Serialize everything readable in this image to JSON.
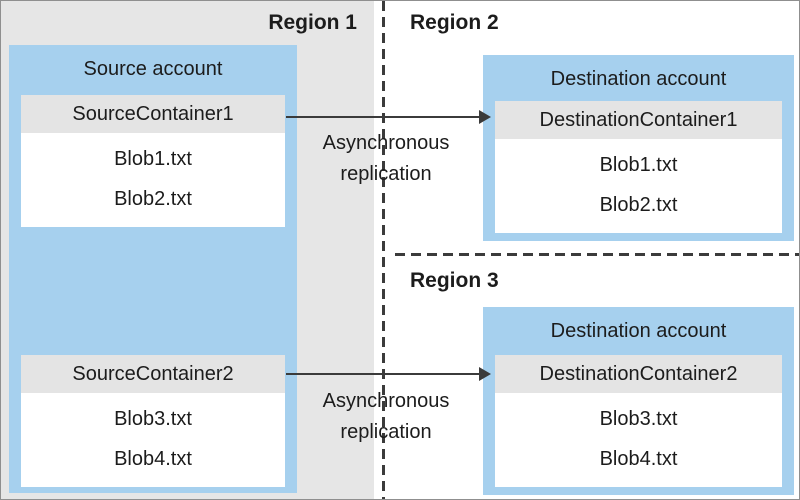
{
  "regions": [
    {
      "label": "Region 1"
    },
    {
      "label": "Region 2"
    },
    {
      "label": "Region 3"
    }
  ],
  "source_account": {
    "title": "Source account",
    "containers": [
      {
        "name": "SourceContainer1",
        "blobs": [
          "Blob1.txt",
          "Blob2.txt"
        ]
      },
      {
        "name": "SourceContainer2",
        "blobs": [
          "Blob3.txt",
          "Blob4.txt"
        ]
      }
    ]
  },
  "destination_accounts": [
    {
      "region": "Region 2",
      "title": "Destination account",
      "container": {
        "name": "DestinationContainer1",
        "blobs": [
          "Blob1.txt",
          "Blob2.txt"
        ]
      }
    },
    {
      "region": "Region 3",
      "title": "Destination account",
      "container": {
        "name": "DestinationContainer2",
        "blobs": [
          "Blob3.txt",
          "Blob4.txt"
        ]
      }
    }
  ],
  "replication_arrows": [
    {
      "label": "Asynchronous\nreplication",
      "from": "SourceContainer1",
      "to": "DestinationContainer1"
    },
    {
      "label": "Asynchronous\nreplication",
      "from": "SourceContainer2",
      "to": "DestinationContainer2"
    }
  ],
  "colors": {
    "region_background": "#e6e6e6",
    "account_fill": "#a6d0ee",
    "container_header_fill": "#e4e4e4",
    "line_color": "#3b3b3b",
    "text_color": "#1c1c1c"
  }
}
